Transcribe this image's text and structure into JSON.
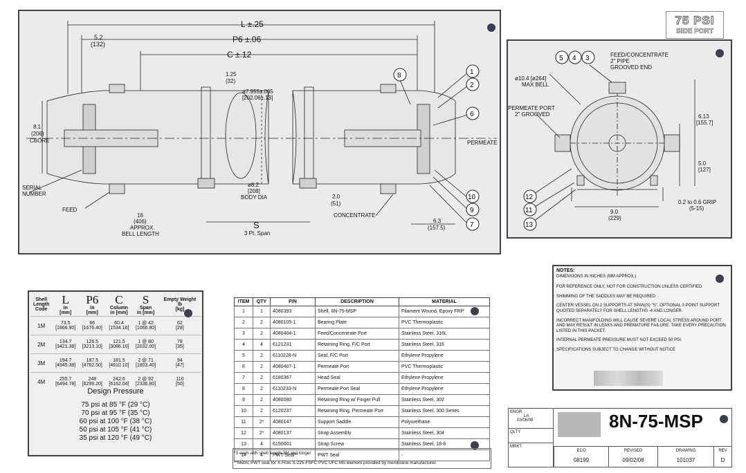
{
  "header": {
    "pressure": "75 PSI",
    "port": "SIDE PORT"
  },
  "side_view": {
    "dim_L": "L ±.25",
    "dim_P6": "P6 ±.06",
    "dim_C": "C ±.12",
    "dim_5_2": "5.2",
    "dim_5_2_mm": "(132)",
    "dim_1_25": "1.25",
    "dim_1_25_mm": "(32)",
    "dim_7_955": "ø7.955±.005",
    "dim_7_955_mm": "[202.06±.13]",
    "dim_8_1": "8.1",
    "dim_8_1_mm": "(206)",
    "dim_8_1_label": "CBORE",
    "dim_8_2": "ø8.2",
    "dim_8_2_mm": "[208]",
    "dim_8_2_label": "BODY DIA",
    "dim_2_0": "2.0",
    "dim_2_0_mm": "(51)",
    "dim_16": "16",
    "dim_16_mm": "(406)",
    "dim_16_l1": "APPROX.",
    "dim_16_l2": "BELL LENGTH",
    "dim_6_3": "6.3",
    "dim_6_3_mm": "(157.5)",
    "dim_S": "S",
    "dim_S_label": "3 Pt. Span",
    "serial": "SERIAL",
    "serial2": "NUMBER",
    "feed": "FEED",
    "concentrate": "CONCENTRATE",
    "permeate": "PERMEATE",
    "balloons": [
      "1",
      "2",
      "6",
      "8",
      "10",
      "9",
      "7"
    ]
  },
  "end_view": {
    "feed_conc": "FEED/CONCENTRATE",
    "pipe": "2\" PIPE",
    "grooved_end": "GROOVED END",
    "bell": "ø10.4 [ø264]",
    "bell2": "MAX BELL",
    "permeate_port": "PERMEATE PORT",
    "permeate_port2": "2\" GROOVED",
    "dim_6_13": "6.13",
    "dim_6_13_mm": "[155.7]",
    "dim_5_0": "5.0",
    "dim_5_0_mm": "[127]",
    "dim_9_0": "9.0",
    "dim_9_0_mm": "(229)",
    "grip": "0.2 to 0.6 GRIP",
    "grip_mm": "(5-15)",
    "balloons_top": [
      "5",
      "4",
      "3"
    ],
    "balloons_left": [
      "12",
      "11",
      "13"
    ]
  },
  "dim_table": {
    "headers": [
      {
        "sym": "",
        "l1": "Shell",
        "l2": "Length",
        "l3": "Code"
      },
      {
        "sym": "L",
        "l1": "in",
        "l2": "[mm]",
        "l3": ""
      },
      {
        "sym": "P6",
        "l1": "in",
        "l2": "[mm]",
        "l3": ""
      },
      {
        "sym": "C",
        "l1": "Column",
        "l2": "in [mm]",
        "l3": ""
      },
      {
        "sym": "S",
        "l1": "Span",
        "l2": "in [mm]",
        "l3": ""
      },
      {
        "sym": "",
        "l1": "Empty Weight",
        "l2": "lb",
        "l3": "[kg]"
      }
    ],
    "rows": [
      {
        "code": "1M",
        "L": "73.5",
        "Lmm": "[1866.90]",
        "P6": "66",
        "P6mm": "[1676.40]",
        "C": "60.4",
        "Cmm": "[1534.16]",
        "S": "1 @ 42",
        "Smm": "[1066.80]",
        "W": "62",
        "Wkg": "[28]"
      },
      {
        "code": "2M",
        "L": "134.7",
        "Lmm": "[3421.38]",
        "P6": "126.5",
        "P6mm": "[3213.10]",
        "C": "121.5",
        "Cmm": "[3086.10]",
        "S": "1 @ 80",
        "Smm": "[2032.00]",
        "W": "78",
        "Wkg": "[35]"
      },
      {
        "code": "3M",
        "L": "194.7",
        "Lmm": "[4945.38]",
        "P6": "187.5",
        "P6mm": "[4762.50]",
        "C": "181.5",
        "Cmm": "[4610.10]",
        "S": "2 @ 71",
        "Smm": "[1803.40]",
        "W": "94",
        "Wkg": "[47]"
      },
      {
        "code": "4M",
        "L": "255.7",
        "Lmm": "[6494.78]",
        "P6": "248",
        "P6mm": "[6299.20]",
        "C": "242.6",
        "Cmm": "[6162.04]",
        "S": "2 @ 92",
        "Smm": "[2336.80]",
        "W": "110",
        "Wkg": "[50]"
      }
    ]
  },
  "design_pressure": {
    "title": "Design Pressure",
    "lines": [
      "75 psi at 85 °F (29 °C)",
      "70 psi at 95 °F (35 °C)",
      "60 psi at 100 °F (38 °C)",
      "50 psi at 105 °F (41 °C)",
      "35 psi at 120 °F (49 °C)"
    ]
  },
  "parts": {
    "headers": [
      "ITEM",
      "QTY",
      "P/N",
      "DESCRIPTION",
      "MATERIAL"
    ],
    "rows": [
      [
        "1",
        "1",
        "4080393",
        "Shell, 8N-75-MSP",
        "Filament Wound, Epoxy FRP"
      ],
      [
        "2",
        "2",
        "4080105-1",
        "Bearing Plate",
        "PVC Thermoplastic"
      ],
      [
        "3",
        "2",
        "4080404-1",
        "Feed/Concentrate Port",
        "Stainless Steel, 316L"
      ],
      [
        "4",
        "4",
        "6121231",
        "Retaining Ring, F/C Port",
        "Stainless Steel, 316"
      ],
      [
        "5",
        "2",
        "6110228-N",
        "Seal, F/C Port",
        "Ethylene Propylene"
      ],
      [
        "6",
        "2",
        "4080407-1",
        "Permeate Port",
        "PVC Thermoplastic"
      ],
      [
        "7",
        "2",
        "6180367",
        "Head Seal",
        "Ethylene Propylene"
      ],
      [
        "8",
        "2",
        "6110233-N",
        "Permeate Port Seal",
        "Ethylene Propylene"
      ],
      [
        "9",
        "2",
        "4080080",
        "Retaining Ring w/ Finger Pull",
        "Stainless Steel, 302"
      ],
      [
        "10",
        "2",
        "6120237",
        "Retaining Ring, Permeate Port",
        "Stainless Steel, 300 Series"
      ],
      [
        "11",
        "2*",
        "4080147",
        "Support Saddle",
        "Polyurethane"
      ],
      [
        "12",
        "2*",
        "4080137",
        "Strap Assembly",
        "Stainless Steel, 304"
      ],
      [
        "13",
        "4",
        "6150001",
        "Strap Screw",
        "Stainless Steel, 18-8"
      ],
      [
        "14",
        "4",
        "PWT  Seal**",
        "PWT Seal",
        "-"
      ]
    ],
    "foot1": "*3 each with shell length 3M and longer",
    "foot2": "**Metric PWT seal for X-Flow S-225-FSFC PVC UFC M5 element provided by membrane manufacturer."
  },
  "notes": {
    "title": "NOTES:",
    "lines": [
      "DIMENSIONS IN INCHES (MM APPROX.)",
      "FOR REFERENCE ONLY, NOT  FOR CONSTRUCTION UNLESS CERTIFIED",
      "SHIMMING OF THE SADDLES MAY BE REQUIRED",
      "CENTER VESSEL ON 2 SUPPORTS AT SPAN(S) \"S\".  OPTIONAL 3 POINT SUPPORT QUOTED SEPARATELY FOR SHELL LENGTHS -4 AND LONGER.",
      "INCORRECT MANIFOLDING WILL CAUSE SEVERE LOCAL STRESS AROUND PORT AND MAY RESULT IN LEAKS AND PREMATURE FAILURE.  TAKE EVERY PRECAUTION LISTED IN THIS PACKET.",
      "INTERNAL PERMEATE PRESSURE MUST NOT EXCEED 50 PSI.",
      "SPECIFICATIONS SUBJECT TO CHANGE WITHOUT NOTICE"
    ]
  },
  "title_block": {
    "engr_label": "ENGR",
    "engr_init": "LA",
    "engr_date": "03/06/06",
    "qlty_label": "QLTY",
    "mrkt_label": "MRKT",
    "model": "8N-75-MSP",
    "eco_label": "ECO",
    "eco": "08199",
    "revised_label": "REVISED",
    "revised": "09/02/08",
    "drawing_label": "DRAWING",
    "drawing": "101037",
    "rev_label": "REV",
    "rev": "D"
  }
}
